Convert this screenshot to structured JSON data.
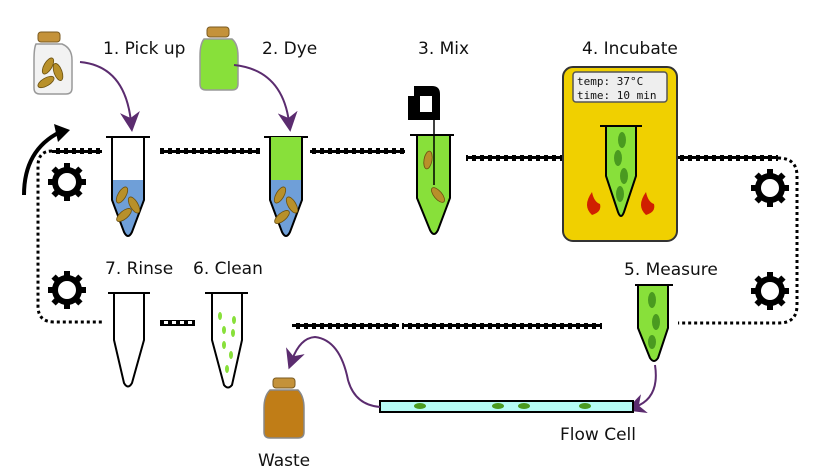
{
  "steps": {
    "pickup": "1. Pick up",
    "dye": "2. Dye",
    "mix": "3. Mix",
    "incubate": "4. Incubate",
    "measure": "5. Measure",
    "clean": "6. Clean",
    "rinse": "7. Rinse"
  },
  "incubator_display": {
    "line1": "temp: 37°C",
    "line2": "time: 10 min"
  },
  "labels": {
    "flow_cell": "Flow Cell",
    "waste": "Waste"
  },
  "colors": {
    "dye_green": "#88e03a",
    "water_blue": "#6f9fd8",
    "seed_tan": "#b8902a",
    "incubator_yellow": "#f0d000",
    "arrow_purple": "#5b2c6f",
    "flow_cell_cyan": "#b6fbf5",
    "waste_amber": "#c07d17",
    "cell_green": "#4a9a20"
  }
}
